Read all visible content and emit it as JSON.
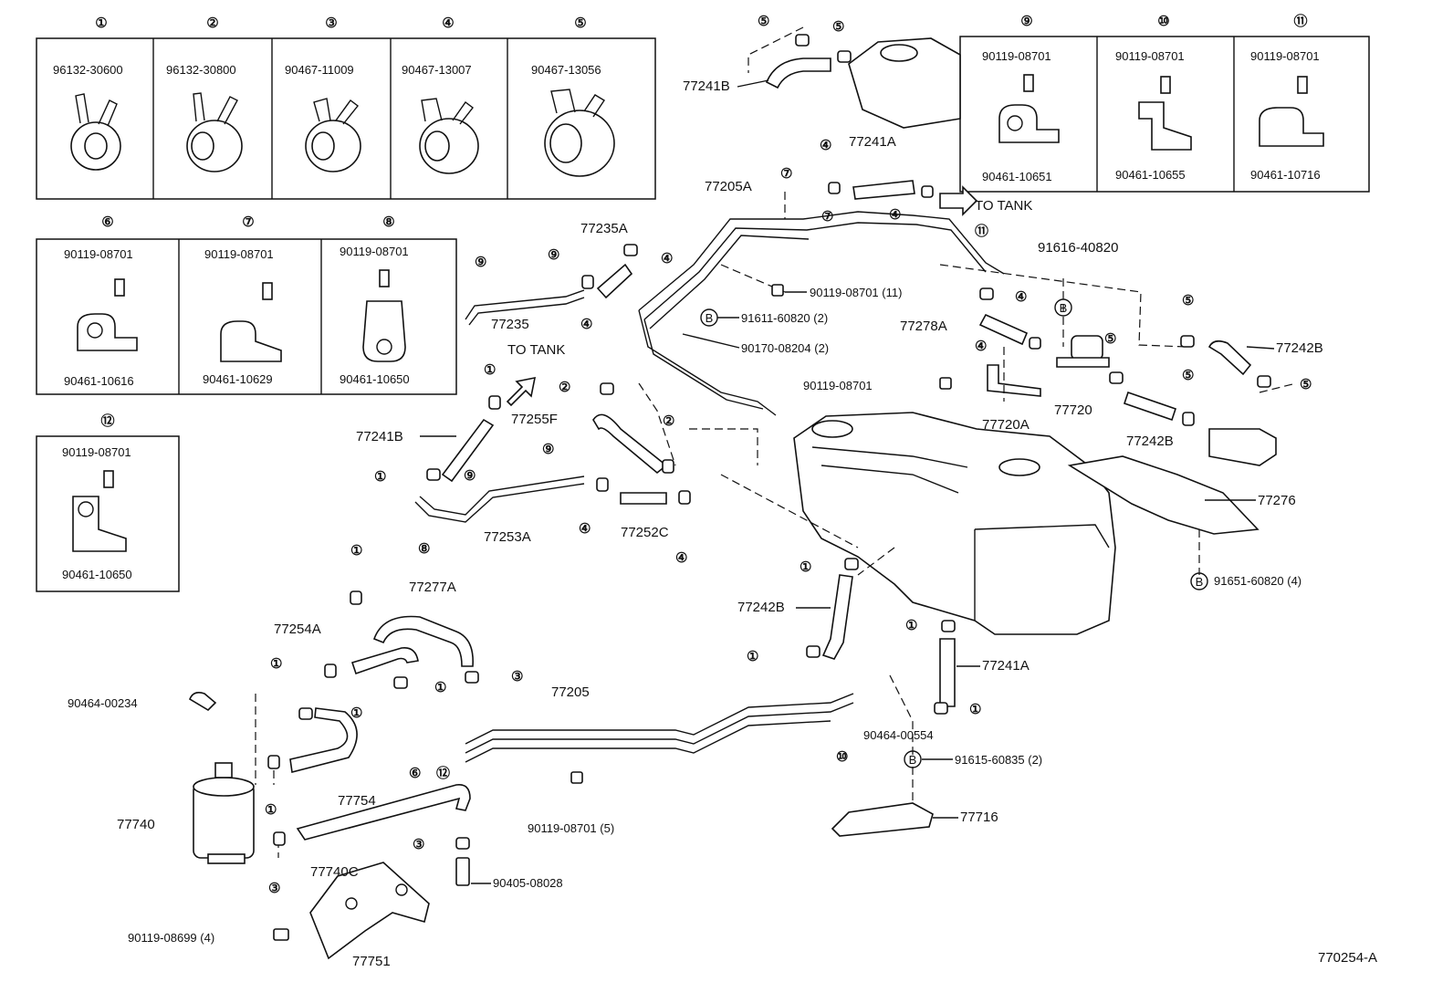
{
  "diagram_id": "770254-A",
  "legend": {
    "clamps_top": [
      {
        "n": "①",
        "part": "96132-30600"
      },
      {
        "n": "②",
        "part": "96132-30800"
      },
      {
        "n": "③",
        "part": "90467-11009"
      },
      {
        "n": "④",
        "part": "90467-13007"
      },
      {
        "n": "⑤",
        "part": "90467-13056"
      }
    ],
    "clamps_right": [
      {
        "n": "⑨",
        "bolt": "90119-08701",
        "part": "90461-10651"
      },
      {
        "n": "⑩",
        "bolt": "90119-08701",
        "part": "90461-10655"
      },
      {
        "n": "⑪",
        "bolt": "90119-08701",
        "part": "90461-10716"
      }
    ],
    "clamps_mid": [
      {
        "n": "⑥",
        "bolt": "90119-08701",
        "part": "90461-10616"
      },
      {
        "n": "⑦",
        "bolt": "90119-08701",
        "part": "90461-10629"
      },
      {
        "n": "⑧",
        "bolt": "90119-08701",
        "part": "90461-10650"
      }
    ],
    "clamp_12": {
      "n": "⑫",
      "bolt": "90119-08701",
      "part": "90461-10650"
    }
  },
  "labels": {
    "p77241B_top": "77241B",
    "p77241A_top": "77241A",
    "p77205A": "77205A",
    "p77235A": "77235A",
    "p77235": "77235",
    "to_tank_1": "TO TANK",
    "to_tank_2": "TO TANK",
    "p91616": "91616-40820",
    "p90119_11": "90119-08701 (11)",
    "p91611": "91611-60820 (2)",
    "p90170": "90170-08204 (2)",
    "p77278A": "77278A",
    "p77242B_r": "77242B",
    "p90119_b": "90119-08701",
    "p77720": "77720",
    "p77720A": "77720A",
    "p77242B_r2": "77242B",
    "p77241B_mid": "77241B",
    "p77255F": "77255F",
    "p77253A": "77253A",
    "p77252C": "77252C",
    "p77276": "77276",
    "p91651": "91651-60820 (4)",
    "p77242B_mid": "77242B",
    "p77277A": "77277A",
    "p77254A": "77254A",
    "p90464_234": "90464-00234",
    "p77205": "77205",
    "p77241A_low": "77241A",
    "p90464_554": "90464-00554",
    "p91615": "91615-60835 (2)",
    "p77754": "77754",
    "p77740": "77740",
    "p90119_5": "90119-08701 (5)",
    "p77716": "77716",
    "p77740C": "77740C",
    "p90405": "90405-08028",
    "p90119_08699": "90119-08699 (4)",
    "p77751": "77751",
    "b": "B"
  }
}
